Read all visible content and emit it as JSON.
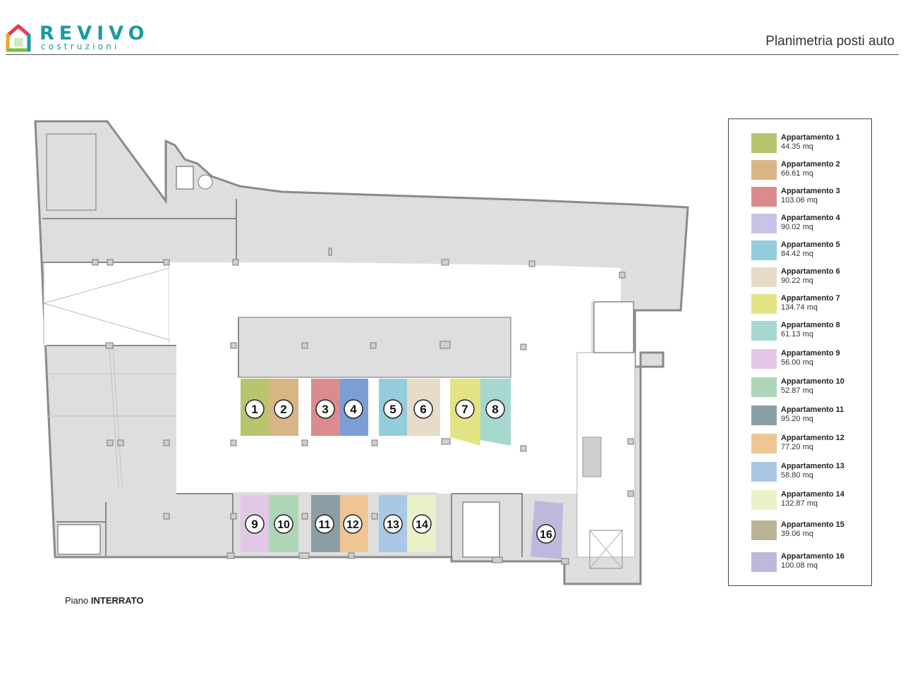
{
  "brand": {
    "name": "REVIVO",
    "sub": "costruzioni",
    "icon_colors": [
      "#e53b4f",
      "#f4a320",
      "#7cc142",
      "#1a9aa3"
    ]
  },
  "header": {
    "title": "Planimetria posti auto"
  },
  "floor": {
    "prefix": "Piano",
    "name": "INTERRATO"
  },
  "colors": {
    "floor_fill": "#e0e0e0",
    "wall": "#8a8a8a",
    "courtyard": "#ffffff"
  },
  "apartments": [
    {
      "number": "1",
      "name": "Appartamento 1",
      "area": "44.35 mq",
      "color": "#b8c46e"
    },
    {
      "number": "2",
      "name": "Appartamento 2",
      "area": "66.61 mq",
      "color": "#d9b485"
    },
    {
      "number": "3",
      "name": "Appartamento 3",
      "area": "103.06 mq",
      "color": "#db8a8e"
    },
    {
      "number": "4",
      "name": "Appartamento 4",
      "area": "90.02 mq",
      "color": "#c9c4e6"
    },
    {
      "number": "5",
      "name": "Appartamento 5",
      "area": "84.42 mq",
      "color": "#95ccdb"
    },
    {
      "number": "6",
      "name": "Appartamento 6",
      "area": "90.22 mq",
      "color": "#e6dcc8"
    },
    {
      "number": "7",
      "name": "Appartamento 7",
      "area": "134.74 mq",
      "color": "#e3e386"
    },
    {
      "number": "8",
      "name": "Appartamento 8",
      "area": "61.13 mq",
      "color": "#a6d8d0"
    },
    {
      "number": "9",
      "name": "Appartamento 9",
      "area": "56.00 mq",
      "color": "#e2c8e6"
    },
    {
      "number": "10",
      "name": "Appartamento 10",
      "area": "52.87 mq",
      "color": "#aed6b6"
    },
    {
      "number": "11",
      "name": "Appartamento 11",
      "area": "95.20 mq",
      "color": "#8b9ea3"
    },
    {
      "number": "12",
      "name": "Appartamento 12",
      "area": "77.20 mq",
      "color": "#efc596"
    },
    {
      "number": "13",
      "name": "Appartamento 13",
      "area": "58.80 mq",
      "color": "#aac8e6"
    },
    {
      "number": "14",
      "name": "Appartamento 14",
      "area": "132.87 mq",
      "color": "#eaf0c8"
    },
    {
      "number": "15",
      "name": "Appartamento 15",
      "area": "39.06 mq",
      "color": "#b9b397"
    },
    {
      "number": "16",
      "name": "Appartamento 16",
      "area": "100.08 mq",
      "color": "#bdb8dc"
    }
  ],
  "spot_colors": {
    "4": "#7b9ed6"
  }
}
